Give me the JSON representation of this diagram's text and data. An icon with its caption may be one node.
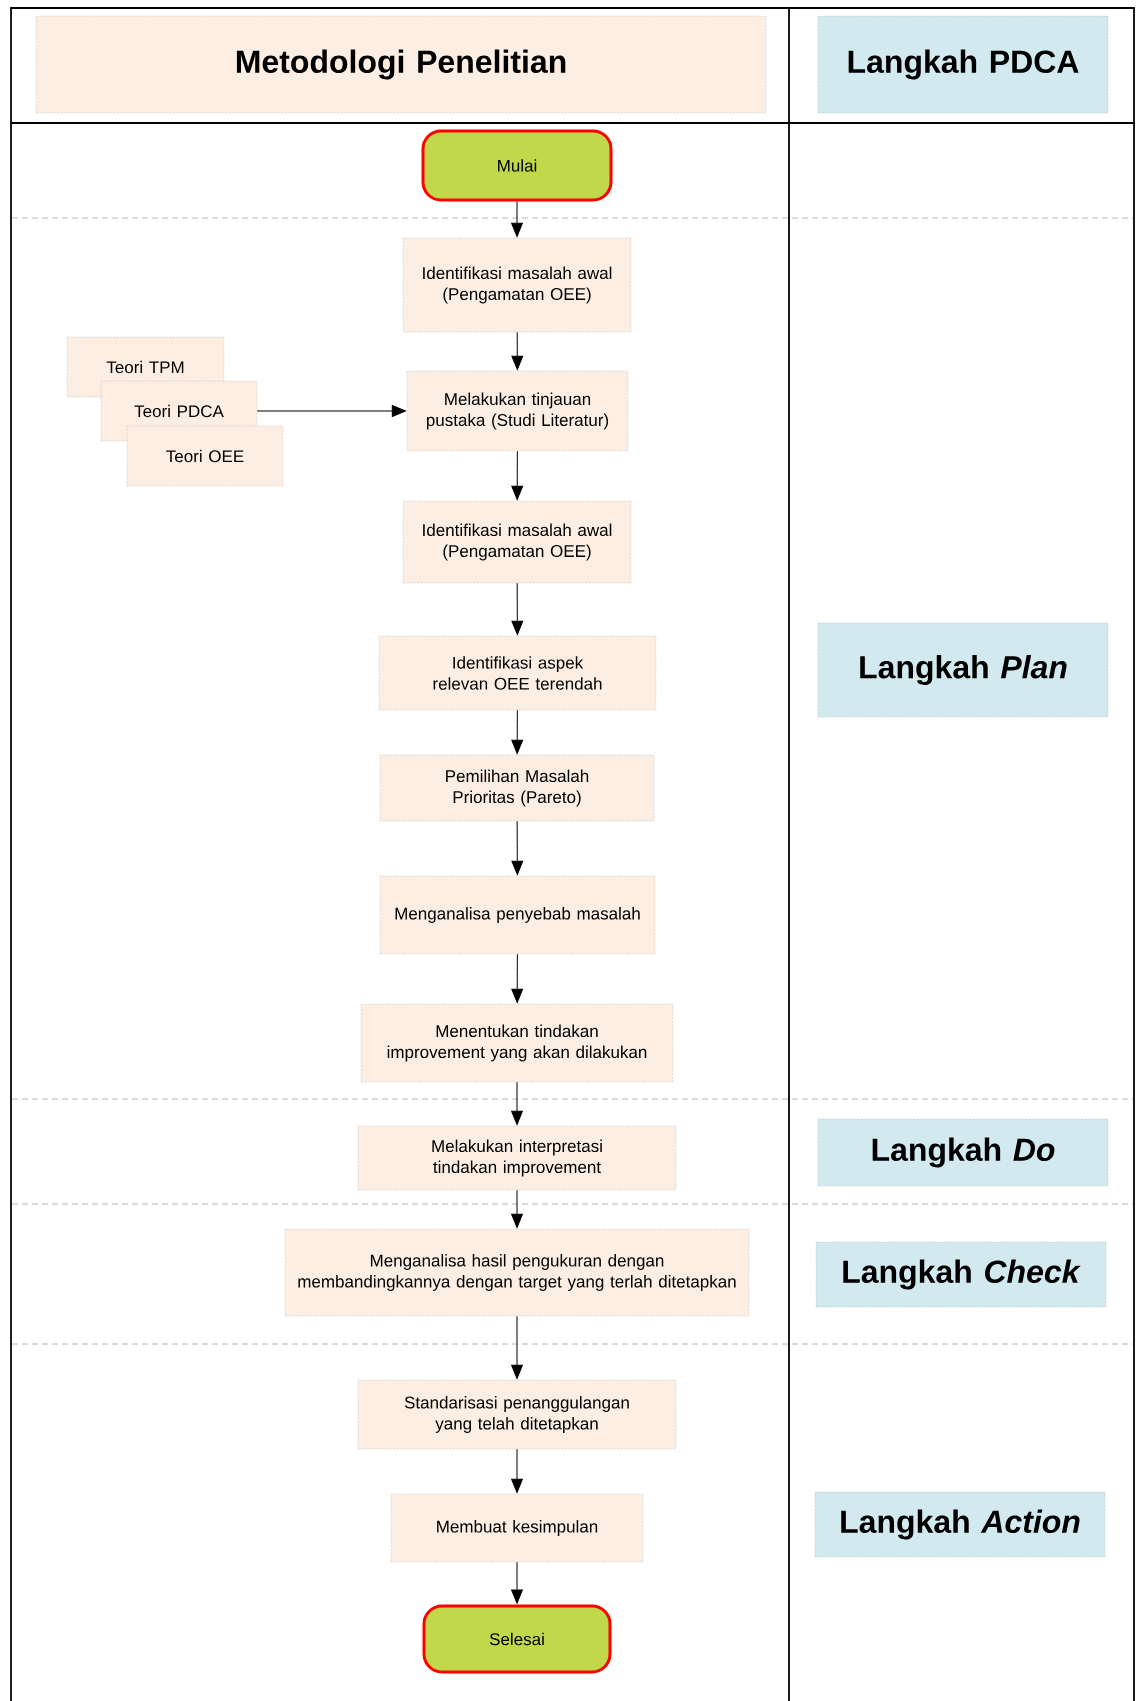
{
  "diagram": {
    "nodes": [
      {
        "text": [
          "Metodologi Penelitian"
        ]
      },
      {
        "text": [
          "Langkah PDCA"
        ]
      },
      {
        "text": [
          "Mulai"
        ]
      },
      {
        "text": [
          "Identifikasi masalah awal (Pengamatan OEE)"
        ]
      },
      {
        "text": [
          "Teori TPM"
        ]
      },
      {
        "text": [
          "Teori PDCA"
        ]
      },
      {
        "text": [
          "Teori OEE"
        ]
      },
      {
        "text": [
          "Melakukan tinjauan pustaka (Studi Literatur)"
        ]
      },
      {
        "text": [
          "Identifikasi masalah awal (Pengamatan OEE)"
        ]
      },
      {
        "text": [
          "Identifikasi aspek relevan OEE terendah"
        ]
      },
      {
        "text": [
          "Pemilihan Masalah Prioritas (Pareto)"
        ]
      },
      {
        "text": [
          "Menganalisa penyebab masalah"
        ]
      },
      {
        "text": [
          "Menentukan tindakan improvement yang akan dilakukan"
        ]
      },
      {
        "text": [
          "Melakukan interpretasi tindakan improvement"
        ]
      },
      {
        "text": [
          "Menganalisa hasil pengukuran dengan membandingkannya dengan target yang terlah ditetapkan"
        ]
      },
      {
        "text": [
          "Standarisasi penanggulangan yang telah ditetapkan"
        ]
      },
      {
        "text": [
          "Membuat kesimpulan"
        ]
      },
      {
        "text": [
          "Selesai"
        ]
      },
      {
        "text": [
          "Langkah *Plan*"
        ]
      },
      {
        "text": [
          "Langkah *Do*"
        ]
      },
      {
        "text": [
          "Langkah *Check*"
        ]
      },
      {
        "text": [
          "Langkah *Action*"
        ]
      }
    ],
    "edges": [
      {
        "from": 2,
        "to": 3,
        "arrow": "to"
      },
      {
        "from": 3,
        "to": 7,
        "arrow": "to"
      },
      {
        "from": 5,
        "to": 7,
        "arrow": "to"
      },
      {
        "from": 7,
        "to": 8,
        "arrow": "to"
      },
      {
        "from": 8,
        "to": 9,
        "arrow": "to"
      },
      {
        "from": 9,
        "to": 10,
        "arrow": "to"
      },
      {
        "from": 10,
        "to": 11,
        "arrow": "to"
      },
      {
        "from": 11,
        "to": 12,
        "arrow": "to"
      },
      {
        "from": 12,
        "to": 13,
        "arrow": "to"
      },
      {
        "from": 13,
        "to": 14,
        "arrow": "to"
      },
      {
        "from": 14,
        "to": 15,
        "arrow": "to"
      },
      {
        "from": 15,
        "to": 16,
        "arrow": "to"
      },
      {
        "from": 16,
        "to": 17,
        "arrow": "to"
      }
    ]
  }
}
